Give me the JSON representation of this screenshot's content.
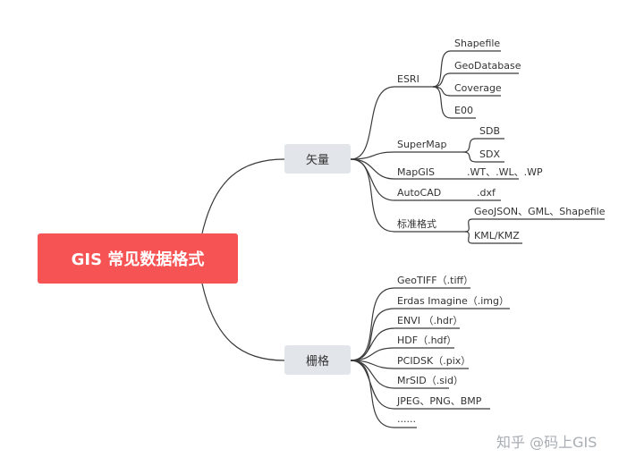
{
  "root": {
    "label": "GIS 常见数据格式"
  },
  "branches": {
    "vector": {
      "label": "矢量"
    },
    "raster": {
      "label": "栅格"
    }
  },
  "vector": {
    "esri": {
      "label": "ESRI",
      "items": [
        "Shapefile",
        "GeoDatabase",
        "Coverage",
        "E00"
      ]
    },
    "supermap": {
      "label": "SuperMap",
      "items": [
        "SDB",
        "SDX"
      ]
    },
    "mapgis": {
      "label": "MapGIS",
      "value": ".WT、.WL、.WP"
    },
    "autocad": {
      "label": "AutoCAD",
      "value": ".dxf"
    },
    "standard": {
      "label": "标准格式",
      "items": [
        "GeoJSON、GML、Shapefile",
        "KML/KMZ"
      ]
    }
  },
  "raster": {
    "items": [
      "GeoTIFF（.tiff）",
      "Erdas Imagine（.img）",
      "ENVI （.hdr）",
      "HDF（.hdf）",
      "PCIDSK（.pix）",
      "MrSID（.sid）",
      "JPEG、PNG、BMP",
      "......"
    ]
  },
  "watermark": {
    "text": "知乎 @码上GIS"
  },
  "colors": {
    "root_fill": "#f65354",
    "branch_fill": "#e2e6ea",
    "line": "#333333"
  }
}
